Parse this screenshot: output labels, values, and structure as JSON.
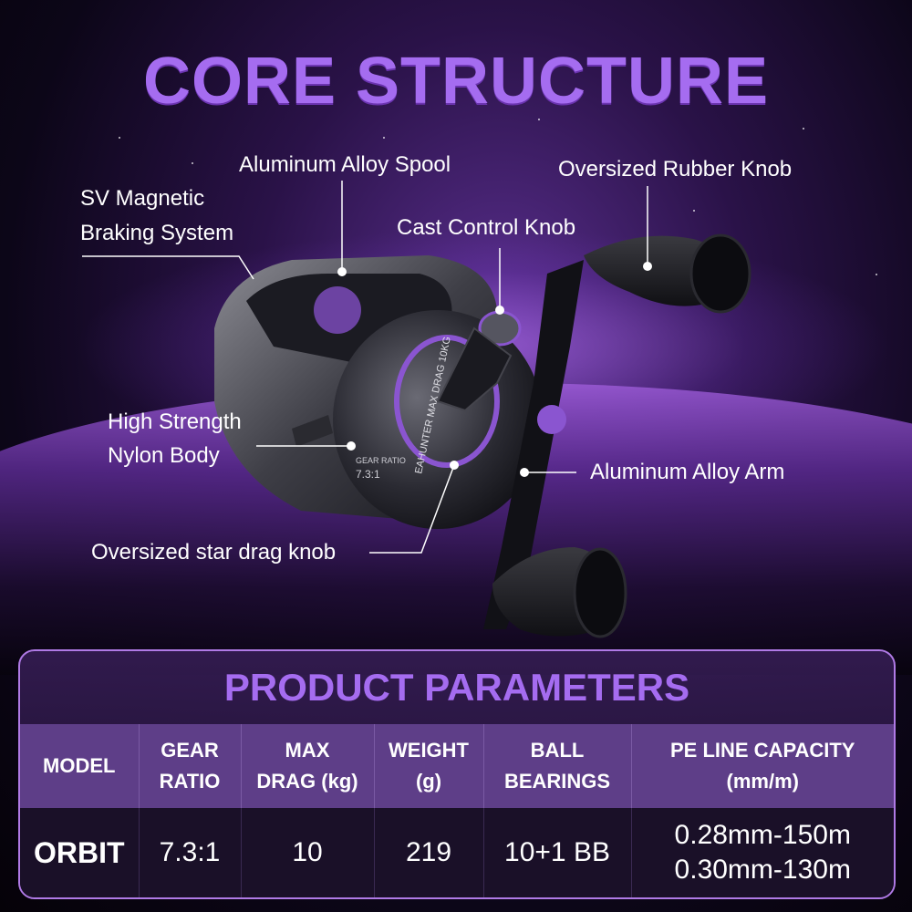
{
  "title": "CORE STRUCTURE",
  "callouts": {
    "spool": "Aluminum Alloy Spool",
    "knob": "Oversized Rubber Knob",
    "braking_1": "SV Magnetic",
    "braking_2": "Braking System",
    "cast_control": "Cast Control Knob",
    "body_1": "High Strength",
    "body_2": "Nylon Body",
    "arm": "Aluminum Alloy Arm",
    "star_drag": "Oversized star drag knob"
  },
  "reel_engraving": {
    "side_text": "EAHUNTER MAX DRAG 10KG",
    "gear_label": "GEAR RATIO",
    "gear_value": "7.3:1"
  },
  "parameters": {
    "title": "PRODUCT PARAMETERS",
    "headers": [
      [
        "MODEL"
      ],
      [
        "GEAR",
        "RATIO"
      ],
      [
        "MAX",
        "DRAG (kg)"
      ],
      [
        "WEIGHT",
        "(g)"
      ],
      [
        "BALL",
        "BEARINGS"
      ],
      [
        "PE LINE CAPACITY",
        "(mm/m)"
      ]
    ],
    "row": {
      "model": "ORBIT",
      "gear_ratio": "7.3:1",
      "max_drag": "10",
      "weight": "219",
      "ball_bearings": "10+1 BB",
      "line_capacity_1": "0.28mm-150m",
      "line_capacity_2": "0.30mm-130m"
    }
  },
  "colors": {
    "accent_purple": "#a56cf0",
    "header_bg": "#5e3e88",
    "panel_border": "#b07ae6"
  }
}
